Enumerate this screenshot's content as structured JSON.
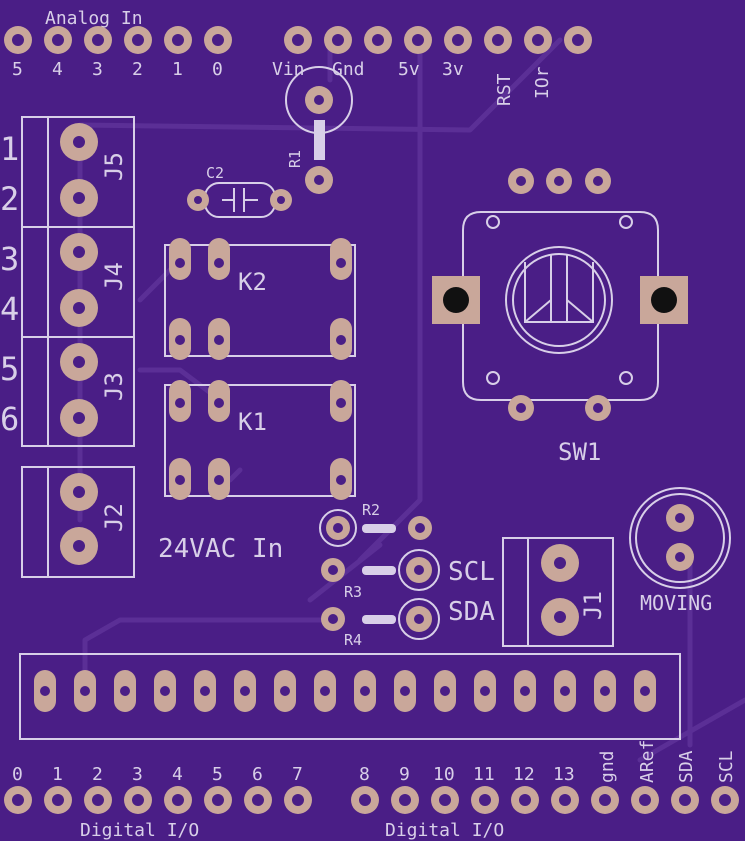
{
  "colors": {
    "board": "#4a1e86",
    "trace": "#5b2f96",
    "pad": "#c9a79a",
    "silk": "#d8cfe8"
  },
  "analog_header": {
    "title": "Analog In",
    "pins": [
      "5",
      "4",
      "3",
      "2",
      "1",
      "0"
    ]
  },
  "power_header": {
    "pins": [
      "Vin",
      "Gnd",
      "5v",
      "3v",
      "RST",
      "IOr"
    ]
  },
  "terminals": {
    "j5": "J5",
    "j4": "J4",
    "j3": "J3",
    "j2": "J2",
    "j1": "J1",
    "numbers": [
      "1",
      "2",
      "3",
      "4",
      "5",
      "6"
    ]
  },
  "components": {
    "c2": "C2",
    "r1": "R1",
    "r2": "R2",
    "r3": "R3",
    "r4": "R4",
    "k1": "K1",
    "k2": "K2",
    "sw1": "SW1"
  },
  "labels": {
    "vac": "24VAC In",
    "scl": "SCL",
    "sda": "SDA",
    "moving": "MOVING"
  },
  "digital_header": {
    "title": "Digital I/O",
    "left_pins": [
      "0",
      "1",
      "2",
      "3",
      "4",
      "5",
      "6",
      "7"
    ],
    "right_pins": [
      "8",
      "9",
      "10",
      "11",
      "12",
      "13"
    ],
    "rotated_pins": [
      "gnd",
      "ARef",
      "SDA",
      "SCL"
    ]
  }
}
